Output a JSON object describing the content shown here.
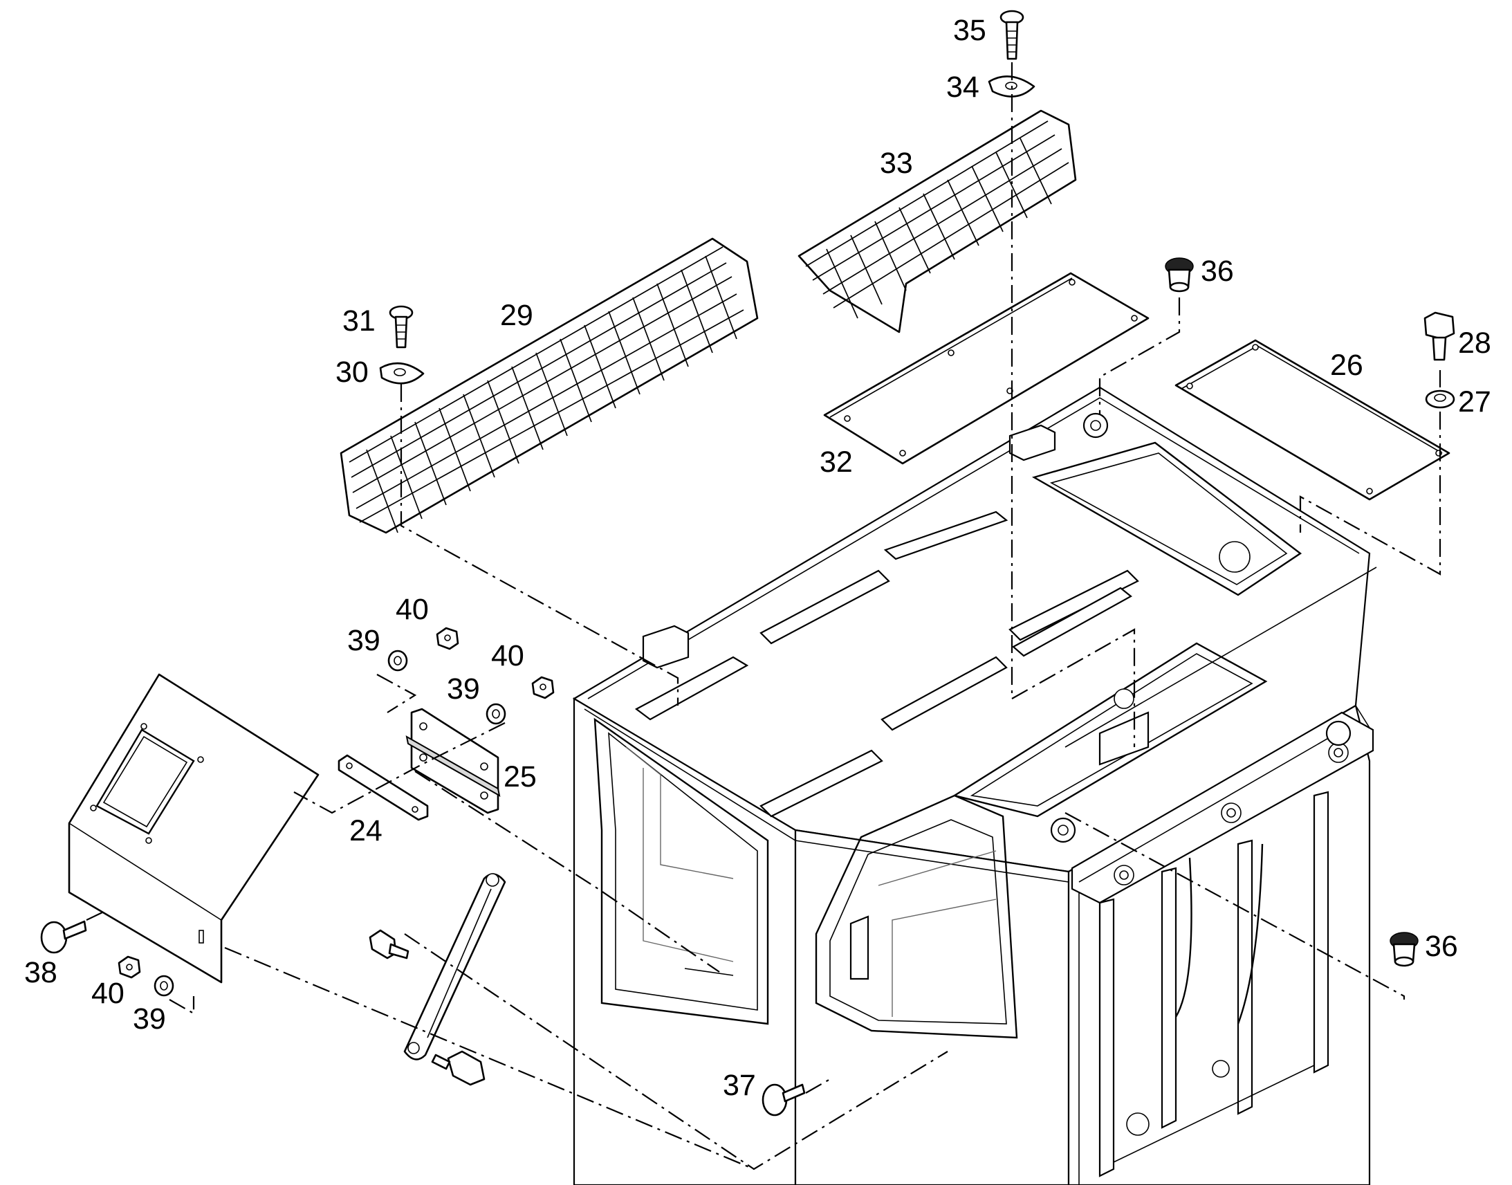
{
  "callouts": [
    {
      "label": "24"
    },
    {
      "label": "25"
    },
    {
      "label": "26"
    },
    {
      "label": "27"
    },
    {
      "label": "28"
    },
    {
      "label": "29"
    },
    {
      "label": "30"
    },
    {
      "label": "31"
    },
    {
      "label": "32"
    },
    {
      "label": "33"
    },
    {
      "label": "34"
    },
    {
      "label": "35"
    },
    {
      "label": "36"
    },
    {
      "label": "36"
    },
    {
      "label": "37"
    },
    {
      "label": "38"
    },
    {
      "label": "39"
    },
    {
      "label": "39"
    },
    {
      "label": "39"
    },
    {
      "label": "40"
    },
    {
      "label": "40"
    },
    {
      "label": "40"
    }
  ]
}
